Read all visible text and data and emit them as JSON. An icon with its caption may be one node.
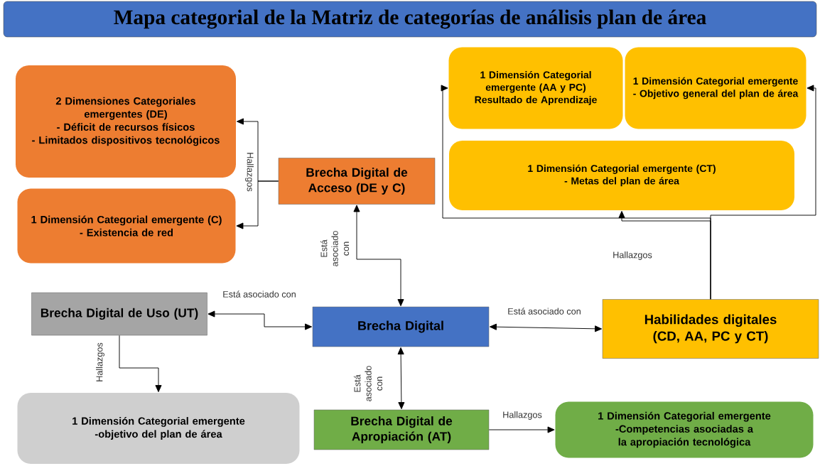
{
  "diagram": {
    "title": "Mapa categorial de la Matriz de categorías de análisis plan de área",
    "nodes": [
      {
        "text": [
          "2 Dimensiones Categoriales emergentes (DE)",
          "- Déficit de recursos físicos",
          "- Limitados dispositivos tecnológicos"
        ]
      },
      {
        "text": [
          "1 Dimensión Categorial emergente (C)",
          "- Existencia de red"
        ]
      },
      {
        "text": [
          "Brecha Digital de Acceso (DE y C)"
        ]
      },
      {
        "text": [
          "1 Dimensión Categorial emergente (AA y PC)",
          "Resultado de Aprendizaje"
        ]
      },
      {
        "text": [
          "1 Dimensión Categorial emergente",
          "- Objetivo general del plan de área"
        ]
      },
      {
        "text": [
          "1 Dimensión Categorial emergente (CT)",
          "- Metas del plan de área"
        ]
      },
      {
        "text": [
          "Brecha Digital de Uso (UT)"
        ]
      },
      {
        "text": [
          "Brecha Digital"
        ]
      },
      {
        "text": [
          "Habilidades digitales (CD, AA, PC y CT)"
        ]
      },
      {
        "text": [
          "1 Dimensión Categorial emergente",
          "-objetivo del plan de área"
        ]
      },
      {
        "text": [
          "Brecha Digital de Apropiación (AT)"
        ]
      },
      {
        "text": [
          "1 Dimensión Categorial emergente",
          "-Competencias asociadas a la apropiación tecnológica"
        ]
      }
    ],
    "edges": [
      {
        "from": 2,
        "to": 0,
        "arrow": "to",
        "label": "Hallazgos"
      },
      {
        "from": 2,
        "to": 1,
        "arrow": "to"
      },
      {
        "from": 7,
        "to": 2,
        "arrow": "both",
        "label": "Está asociado con"
      },
      {
        "from": 7,
        "to": 6,
        "arrow": "both",
        "label": "Está asociado con"
      },
      {
        "from": 7,
        "to": 8,
        "arrow": "both",
        "label": "Está asociado con"
      },
      {
        "from": 7,
        "to": 10,
        "arrow": "both",
        "label": "Está asociado con"
      },
      {
        "from": 6,
        "to": 9,
        "arrow": "to",
        "label": "Hallazgos"
      },
      {
        "from": 10,
        "to": 11,
        "arrow": "to",
        "label": "Hallazgos"
      },
      {
        "from": 8,
        "to": 3,
        "arrow": "to"
      },
      {
        "from": 8,
        "to": 5,
        "arrow": "to",
        "label": "Hallazgos"
      },
      {
        "from": 8,
        "to": 4,
        "arrow": "to"
      }
    ]
  }
}
